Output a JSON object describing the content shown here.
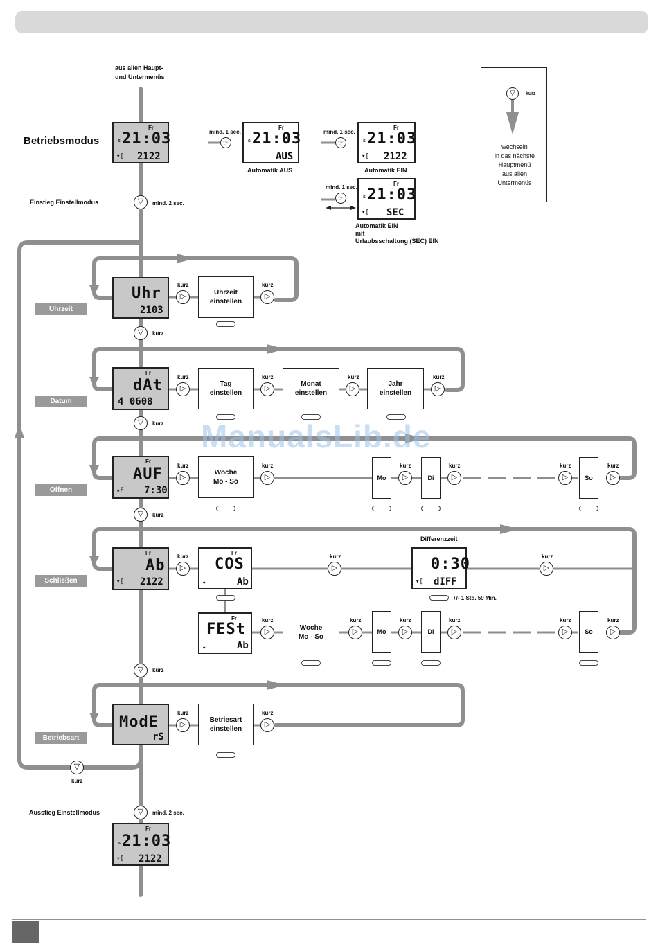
{
  "header": {
    "bar": ""
  },
  "start": {
    "from_menus_line1": "aus allen Haupt-",
    "from_menus_line2": "und Untermenüs"
  },
  "mode": {
    "title": "Betriebsmodus"
  },
  "lcd_main": {
    "day": "Fr",
    "s": "s",
    "time": "21:03",
    "sub": "2122",
    "sub_prefix": "▾["
  },
  "auto_aus": {
    "hint": "mind. 1 sec.",
    "day": "Fr",
    "s": "s",
    "time": "21:03",
    "sub": "AUS",
    "caption": "Automatik AUS"
  },
  "auto_ein": {
    "hint": "mind. 1 sec.",
    "day": "Fr",
    "s": "s",
    "time": "21:03",
    "sub": "2122",
    "sub_prefix": "▾[",
    "caption": "Automatik EIN"
  },
  "auto_sec": {
    "hint": "mind. 1 sec.",
    "day": "Fr",
    "s": "s",
    "time": "21:03",
    "sub": "SEC",
    "sub_prefix": "▾[",
    "caption1": "Automatik EIN",
    "caption2": "mit",
    "caption3": "Urlaubsschaltung (SEC) EIN"
  },
  "legend": {
    "kurz": "kurz",
    "line1": "wechseln",
    "line2": "in das nächste",
    "line3": "Hauptmenü",
    "line4": "aus allen",
    "line5": "Untermenüs"
  },
  "enter": {
    "label": "Einstieg Einstellmodus",
    "hint": "mind. 2 sec."
  },
  "uhr": {
    "group": "Uhrzeit",
    "big": "Uhr",
    "small": "2103",
    "kurz1": "kurz",
    "box": "Uhrzeit einstellen",
    "kurz2": "kurz",
    "kurz_next": "kurz"
  },
  "datum": {
    "group": "Datum",
    "day": "Fr",
    "big": "dAt",
    "small": "4  0608",
    "kurz1": "kurz",
    "box1": "Tag einstellen",
    "kurz2": "kurz",
    "box2": "Monat einstellen",
    "kurz3": "kurz",
    "box3": "Jahr einstellen",
    "kurz4": "kurz",
    "kurz_next": "kurz"
  },
  "oeffnen": {
    "group": "Öffnen",
    "day": "Fr",
    "big": "AUF",
    "small": "7:30",
    "prefix": "▴F",
    "kurz1": "kurz",
    "box": "Woche Mo - So",
    "kurz2": "kurz",
    "mo": "Mo",
    "kurz3": "kurz",
    "di": "Di",
    "kurz4": "kurz",
    "kurz5": "kurz",
    "so": "So",
    "kurz6": "kurz",
    "kurz_next": "kurz"
  },
  "schliessen": {
    "group": "Schließen",
    "day": "Fr",
    "big": "Ab",
    "small": "2122",
    "prefix": "▾[",
    "kurz1": "kurz",
    "cos_day": "Fr",
    "cos_big": "COS",
    "cos_small": "Ab",
    "kurz2": "kurz",
    "diff_title": "Differenzzeit",
    "diff_big": "0:30",
    "diff_small": "dIFF",
    "diff_prefix": "▾[",
    "diff_hint": "+/- 1 Std. 59 Min.",
    "kurz3": "kurz",
    "fest_day": "Fr",
    "fest_big": "FESt",
    "fest_small": "Ab",
    "kurz4": "kurz",
    "box": "Woche Mo - So",
    "kurz5": "kurz",
    "mo": "Mo",
    "kurz6": "kurz",
    "di": "Di",
    "kurz7": "kurz",
    "kurz8": "kurz",
    "so": "So",
    "kurz9": "kurz",
    "kurz_next": "kurz"
  },
  "betriebsart": {
    "group": "Betriebsart",
    "big": "ModE",
    "small": "rS",
    "kurz1": "kurz",
    "box": "Betriesart einstellen",
    "kurz2": "kurz",
    "kurz_back": "kurz"
  },
  "exit": {
    "label": "Ausstieg Einstellmodus",
    "hint": "mind. 2 sec."
  },
  "lcd_end": {
    "day": "Fr",
    "s": "s",
    "time": "21:03",
    "sub": "2122",
    "sub_prefix": "▾["
  },
  "watermark": "ManualsLib.de",
  "icons": [
    "down-button-icon",
    "right-arrow-button-icon",
    "hand-press-icon",
    "knob-icon"
  ],
  "colors": {
    "line": "#8f8f8f",
    "lcd_gray": "#c8c8c8",
    "label_gray": "#9a9a9a"
  }
}
